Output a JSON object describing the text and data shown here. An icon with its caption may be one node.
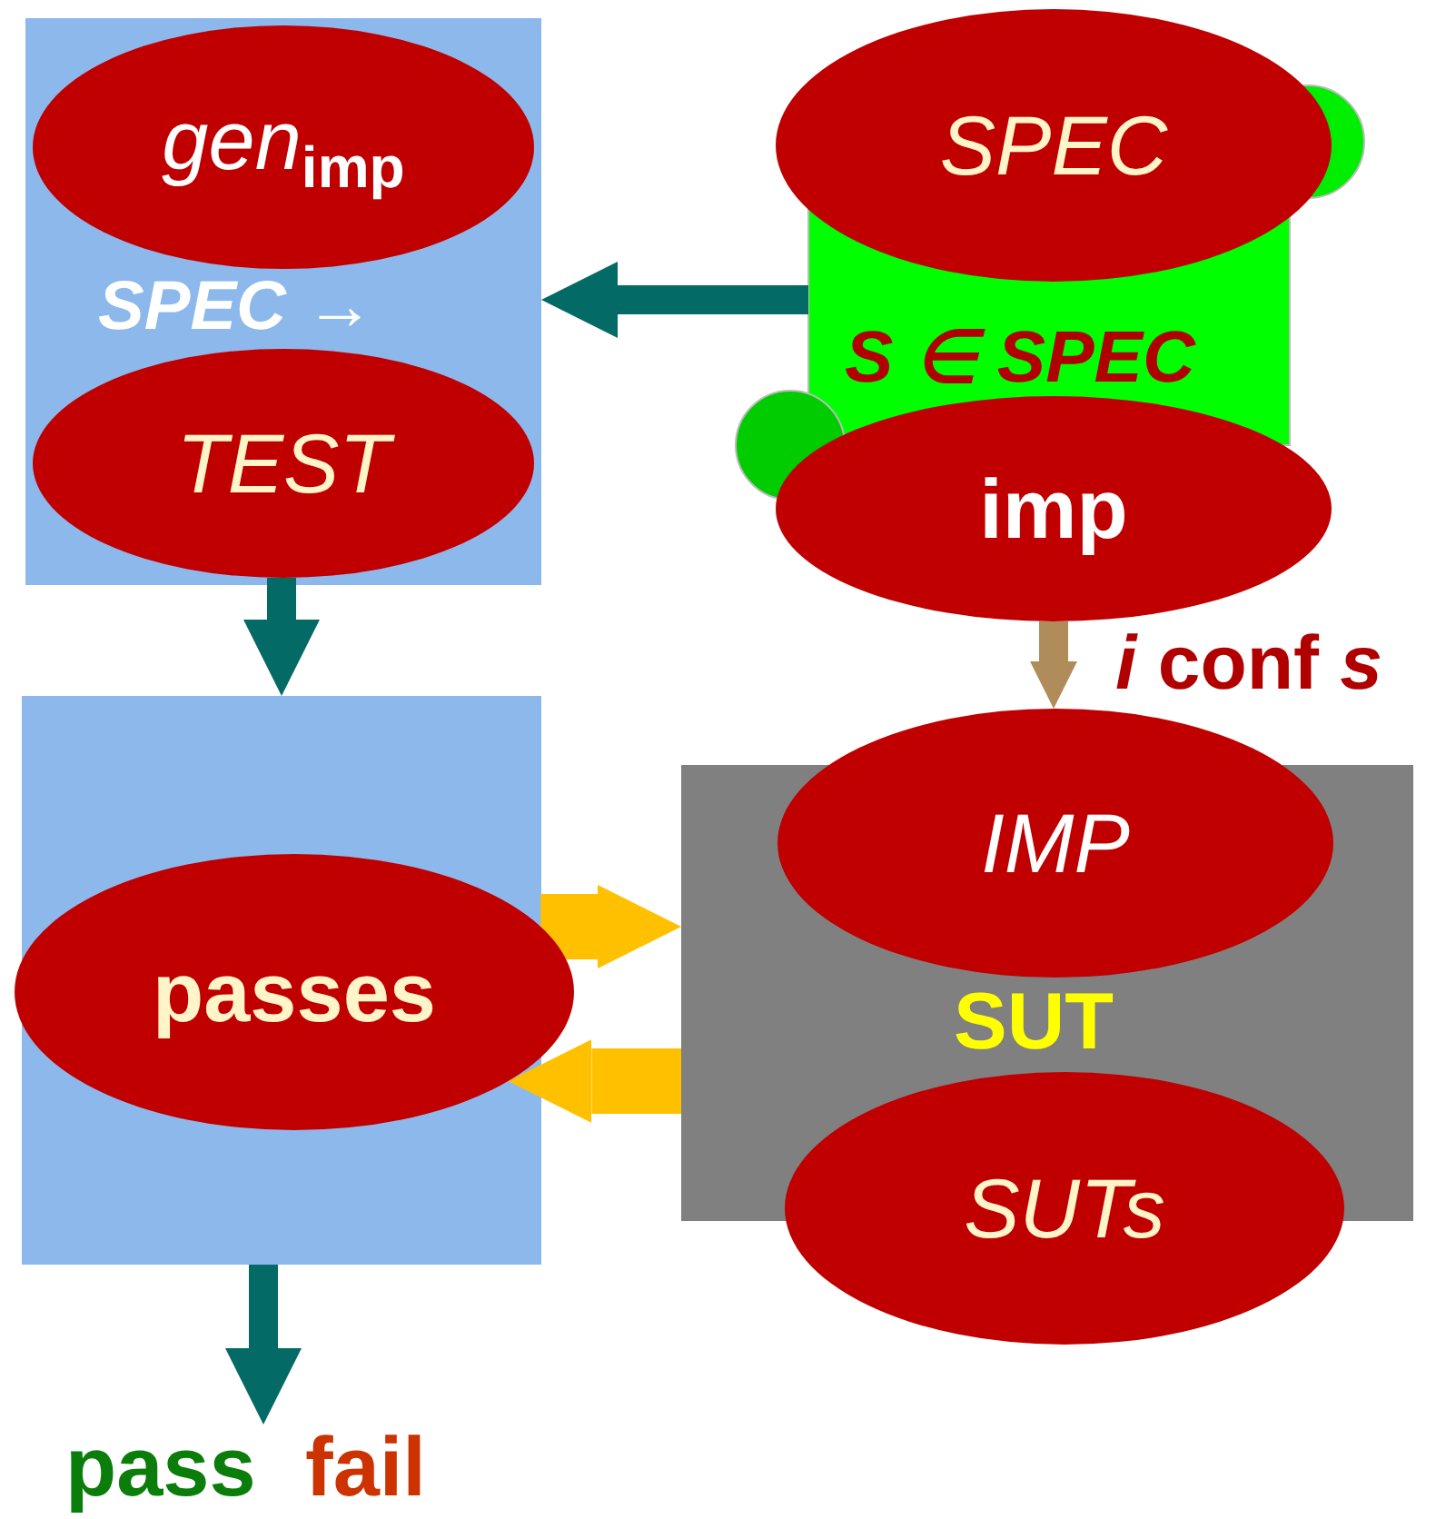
{
  "diagram": {
    "nodes": [
      {
        "text": [
          "SPEC →"
        ]
      },
      {
        "text": [
          "*gen*$_{imp}$"
        ],
        "in": 0
      },
      {
        "text": [
          "TEST"
        ],
        "in": 0
      },
      {
        "text": [
          "S ∈ SPEC"
        ]
      },
      {
        "text": [
          "SPEC"
        ]
      },
      {
        "text": [
          "imp"
        ]
      },
      {
        "text": [],
        "shape": "box"
      },
      {
        "text": [
          "passes"
        ]
      },
      {
        "text": [
          "SUT"
        ]
      },
      {
        "text": [
          "IMP"
        ]
      },
      {
        "text": [
          "SUTs"
        ]
      },
      {
        "text": [
          "pass",
          "fail"
        ]
      }
    ],
    "edges": [
      {
        "from": 3,
        "to": 0,
        "arrow": "to"
      },
      {
        "from": 2,
        "to": 6,
        "arrow": "to"
      },
      {
        "from": 7,
        "to": 8,
        "arrow": "to",
        "style": "thick",
        "color": "#ffc000"
      },
      {
        "from": 8,
        "to": 7,
        "arrow": "to",
        "style": "thick",
        "color": "#ffc000"
      },
      {
        "from": 5,
        "to": 9,
        "arrow": "to",
        "label": "*i* conf *s*",
        "color": "#b08c5a"
      },
      {
        "from": 6,
        "to": 11,
        "arrow": "to"
      }
    ]
  }
}
